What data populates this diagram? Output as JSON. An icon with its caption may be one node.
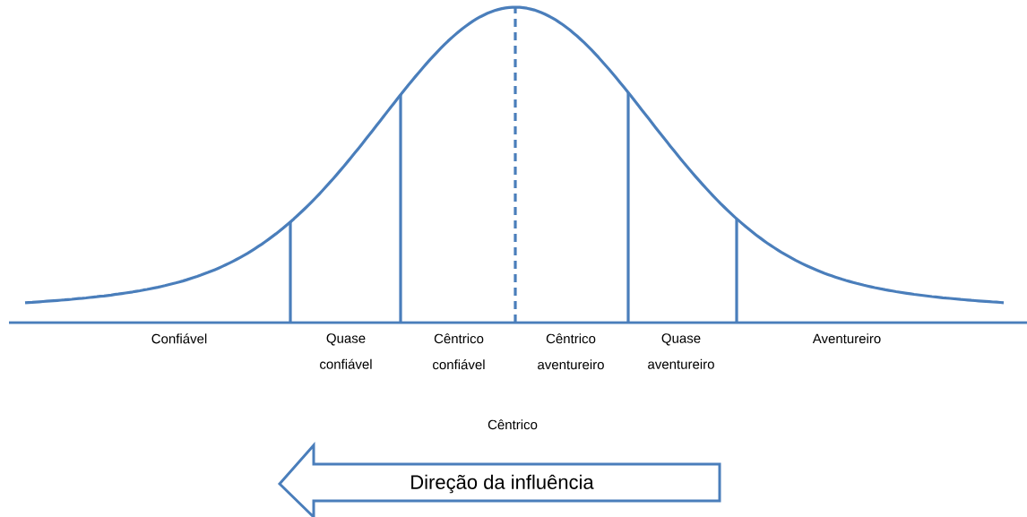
{
  "diagram": {
    "nodes": [
      {
        "text": [
          "Direção da influência"
        ]
      }
    ],
    "labels": [
      "Confiável",
      "Quase confiável",
      "Cêntrico confiável",
      "Cêntrico aventureiro",
      "Quase aventureiro",
      "Aventureiro",
      "Cêntrico"
    ]
  }
}
